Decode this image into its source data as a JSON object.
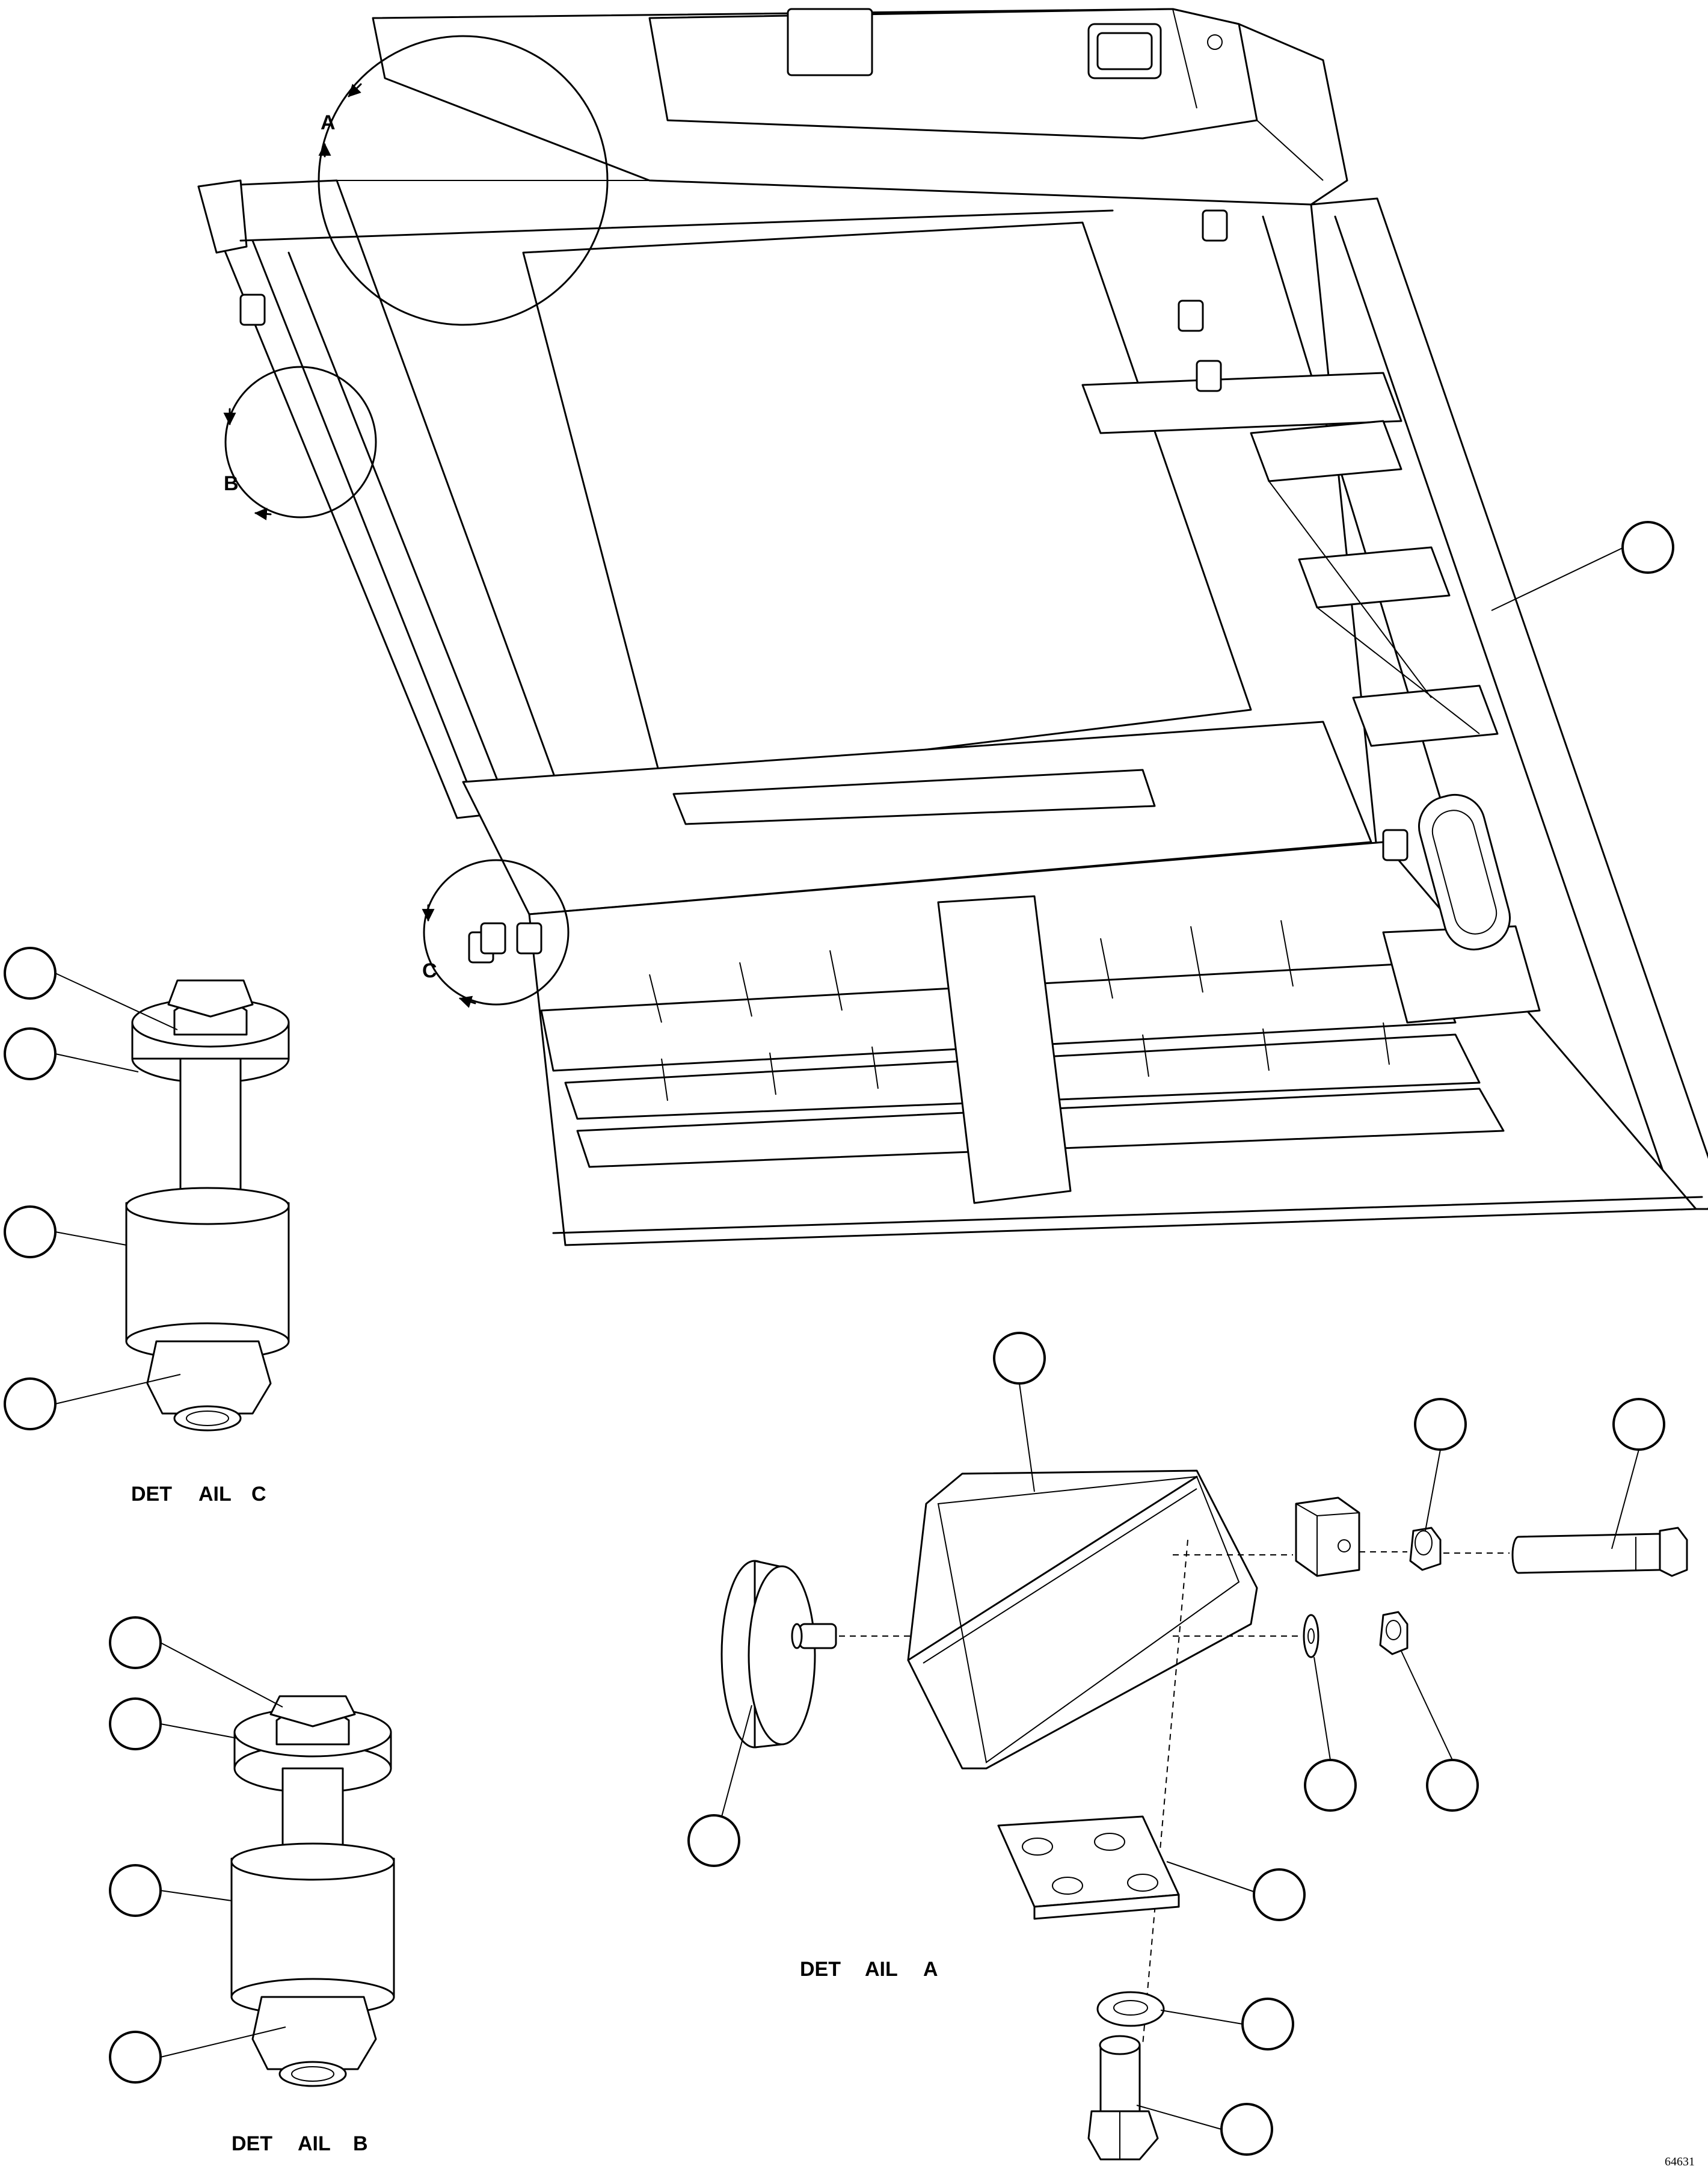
{
  "detail_callouts": {
    "a": "A",
    "b": "B",
    "c": "C"
  },
  "detail_titles": {
    "c": [
      "DET",
      "AIL",
      "C"
    ],
    "b": [
      "DET",
      "AIL",
      "B"
    ],
    "a": [
      "DET",
      "AIL",
      "A"
    ]
  },
  "drawing_number": "64631"
}
